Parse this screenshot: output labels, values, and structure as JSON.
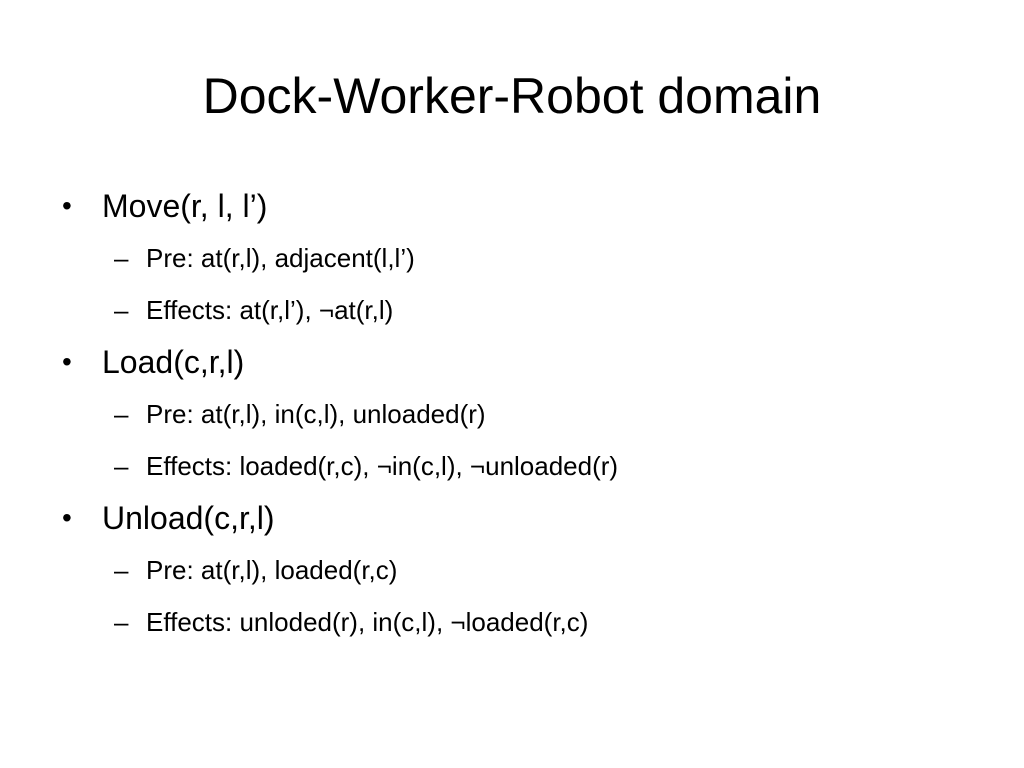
{
  "slide": {
    "title": "Dock-Worker-Robot domain",
    "bullet_symbol": "•",
    "sub_symbol": "–",
    "actions": [
      {
        "name": "Move(r, l, l’)",
        "pre": "Pre: at(r,l), adjacent(l,l’)",
        "effects": "Effects: at(r,l’), ¬at(r,l)"
      },
      {
        "name": "Load(c,r,l)",
        "pre": "Pre: at(r,l), in(c,l), unloaded(r)",
        "effects": "Effects: loaded(r,c), ¬in(c,l), ¬unloaded(r)"
      },
      {
        "name": "Unload(c,r,l)",
        "pre": "Pre: at(r,l), loaded(r,c)",
        "effects": "Effects: unloded(r), in(c,l), ¬loaded(r,c)"
      }
    ]
  }
}
